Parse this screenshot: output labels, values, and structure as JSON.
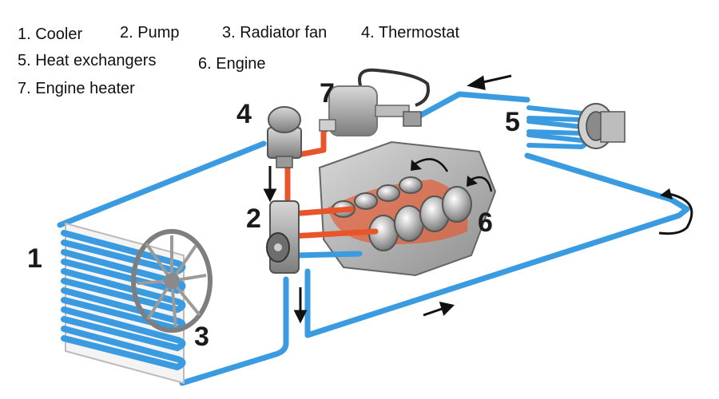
{
  "legend": [
    {
      "text": "1. Cooler"
    },
    {
      "text": "2. Pump"
    },
    {
      "text": "3. Radiator fan"
    },
    {
      "text": "4. Thermostat"
    },
    {
      "text": "5. Heat exchangers"
    },
    {
      "text": "6. Engine"
    },
    {
      "text": "7. Engine heater"
    }
  ],
  "callouts": {
    "cooler": "1",
    "pump": "2",
    "radiator_fan": "3",
    "thermostat": "4",
    "heat_exchangers": "5",
    "engine": "6",
    "engine_heater": "7"
  },
  "colors": {
    "cold_coolant": "#3a9be0",
    "hot_coolant": "#e8552a",
    "metal": "#9a9a9a",
    "arrow": "#111111"
  }
}
